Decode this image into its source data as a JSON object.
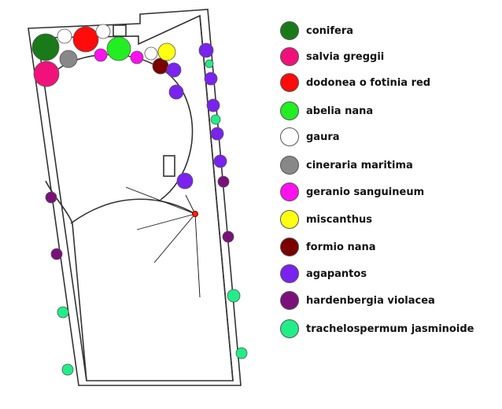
{
  "legend": [
    {
      "id": "conifera",
      "label": "conifera",
      "color": "#1a7a1a"
    },
    {
      "id": "salvia",
      "label": "salvia greggii",
      "color": "#f0127a"
    },
    {
      "id": "dodonea",
      "label": "dodonea o fotinia red",
      "color": "#ff0b0b"
    },
    {
      "id": "abelia",
      "label": "abelia nana",
      "color": "#22ee22"
    },
    {
      "id": "gaura",
      "label": "gaura",
      "color": "#ffffff"
    },
    {
      "id": "cineraria",
      "label": "cineraria maritima",
      "color": "#888888"
    },
    {
      "id": "geranio",
      "label": "geranio sanguineum",
      "color": "#ff11ee"
    },
    {
      "id": "miscanthus",
      "label": "miscanthus",
      "color": "#ffff11"
    },
    {
      "id": "formio",
      "label": "formio nana",
      "color": "#7a0000"
    },
    {
      "id": "agapantos",
      "label": "agapantos",
      "color": "#7a22ee"
    },
    {
      "id": "hardenbergia",
      "label": "hardenbergia violacea",
      "color": "#7a117a"
    },
    {
      "id": "trachelospermum",
      "label": "trachelospermum jasminoide",
      "color": "#22ee88"
    }
  ],
  "plants": [
    {
      "type": "conifera"
    },
    {
      "type": "gaura"
    },
    {
      "type": "dodonea"
    },
    {
      "type": "gaura"
    },
    {
      "type": "salvia"
    },
    {
      "type": "cineraria"
    },
    {
      "type": "geranio"
    },
    {
      "type": "abelia"
    },
    {
      "type": "geranio"
    },
    {
      "type": "gaura"
    },
    {
      "type": "formio"
    },
    {
      "type": "miscanthus"
    },
    {
      "type": "agapantos"
    },
    {
      "type": "agapantos"
    },
    {
      "type": "agapantos"
    },
    {
      "type": "hardenbergia"
    },
    {
      "type": "hardenbergia"
    },
    {
      "type": "trachelospermum"
    },
    {
      "type": "trachelospermum"
    },
    {
      "type": "agapantos"
    },
    {
      "type": "trachelospermum"
    },
    {
      "type": "agapantos"
    },
    {
      "type": "agapantos"
    },
    {
      "type": "trachelospermum"
    },
    {
      "type": "agapantos"
    },
    {
      "type": "agapantos"
    },
    {
      "type": "hardenbergia"
    },
    {
      "type": "hardenbergia"
    },
    {
      "type": "trachelospermum"
    },
    {
      "type": "trachelospermum"
    },
    {
      "type": "agapantos"
    }
  ],
  "sprinkler_color": "#ff2200"
}
